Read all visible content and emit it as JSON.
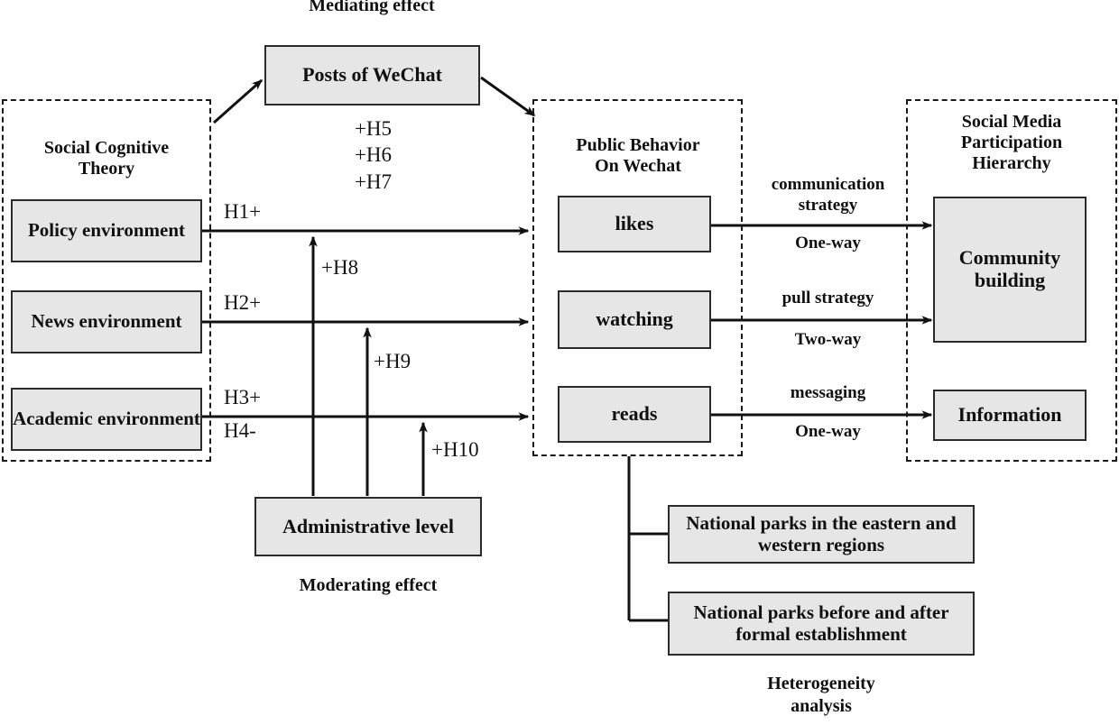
{
  "diagram": {
    "title_top": "Mediating effect",
    "caption_moderating": "Moderating effect",
    "caption_heterogeneity": "Heterogeneity\nanalysis",
    "colors": {
      "node_fill": "#e6e6e6",
      "node_border": "#2b2b2b",
      "dashed_border": "#1a1a1a",
      "line": "#111111",
      "text": "#101010"
    }
  },
  "groups": {
    "sct": {
      "title": "Social Cognitive\nTheory"
    },
    "behavior": {
      "title": "Public Behavior\nOn Wechat"
    },
    "hierarchy": {
      "title": "Social Media\nParticipation\nHierarchy"
    }
  },
  "nodes": {
    "posts": "Posts of  WeChat",
    "policy": "Policy\nenvironment",
    "news": "News\nenvironment",
    "academic": "Academic\nenvironment",
    "likes": "likes",
    "watching": "watching",
    "reads": "reads",
    "community": "Community\nbuilding",
    "information": "Information",
    "admin": "Administrative level",
    "parks_regions": "National parks in the eastern\nand western regions",
    "parks_establishment": "National parks before and\nafter formal establishment"
  },
  "hypotheses": {
    "mediating": "+H5\n+H6\n+H7",
    "h1": "H1+",
    "h2": "H2+",
    "h3": "H3+",
    "h4": "H4-",
    "h8": "+H8",
    "h9": "+H9",
    "h10": "+H10"
  },
  "strategies": {
    "likes": "communication\nstrategy",
    "likes_way": "One-way",
    "watching": "pull  strategy",
    "watching_way": "Two-way",
    "reads": "messaging",
    "reads_way": "One-way"
  }
}
